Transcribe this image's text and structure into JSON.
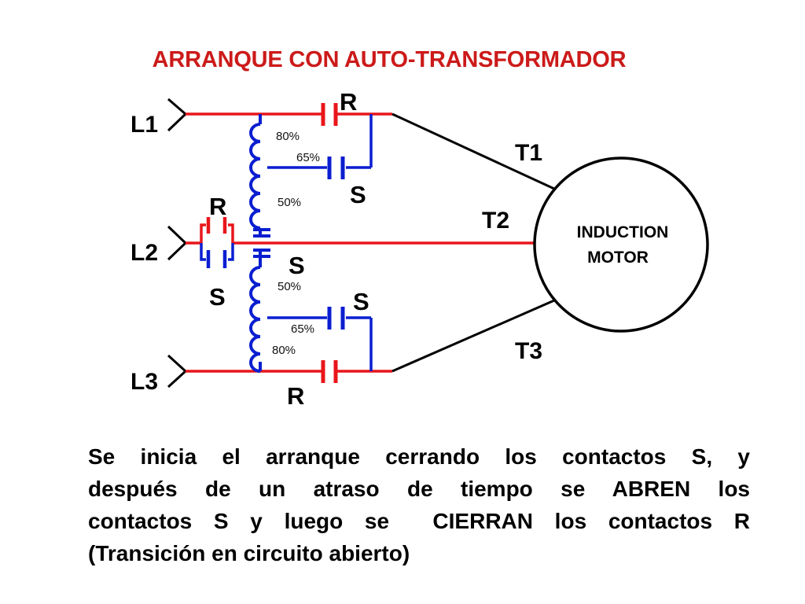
{
  "title": "ARRANQUE CON AUTO-TRANSFORMADOR",
  "labels": {
    "l1": "L1",
    "l2": "L2",
    "l3": "L3",
    "t1": "T1",
    "t2": "T2",
    "t3": "T3",
    "r_top": "R",
    "r_mid": "R",
    "r_bottom": "R",
    "s_top": "S",
    "s_mid": "S",
    "s_left": "S",
    "s_low": "S"
  },
  "taps": {
    "upper_80": "80%",
    "upper_65": "65%",
    "upper_50": "50%",
    "lower_50": "50%",
    "lower_65": "65%",
    "lower_80": "80%"
  },
  "motor": {
    "line1": "INDUCTION",
    "line2": "MOTOR"
  },
  "caption": {
    "line1": "Se inicia el arranque cerrando los contactos S, y",
    "line2": "después de un atraso de tiempo se ABREN los",
    "line3": "contactos S y luego se  CIERRAN los contactos R",
    "line4": "(Transición en circuito abierto)"
  },
  "colors": {
    "red": "#e8161b",
    "blue": "#0a1ed0",
    "black": "#000000",
    "title": "#cc1a1a"
  }
}
